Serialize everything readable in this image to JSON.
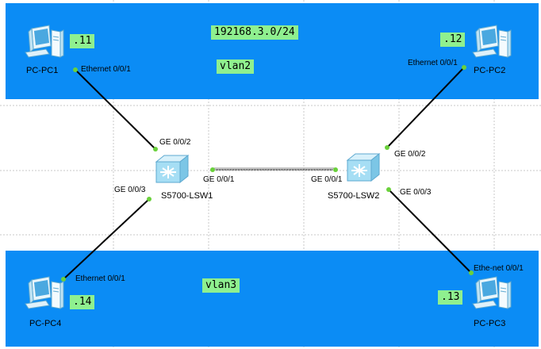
{
  "subnet_label": "192168.3.0/24",
  "vlans": {
    "top": "vlan2",
    "bottom": "vlan3"
  },
  "pcs": {
    "pc1": {
      "name": "PC-PC1",
      "ip_suffix": ".11",
      "port": "Ethernet 0/0/1"
    },
    "pc2": {
      "name": "PC-PC2",
      "ip_suffix": ".12",
      "port": "Ethernet 0/0/1"
    },
    "pc3": {
      "name": "PC-PC3",
      "ip_suffix": ".13",
      "port": "Ethe-net 0/0/1"
    },
    "pc4": {
      "name": "PC-PC4",
      "ip_suffix": ".14",
      "port": "Ethernet 0/0/1"
    }
  },
  "switches": {
    "lsw1": {
      "name": "S5700-LSW1",
      "ports": {
        "uplink": "GE 0/0/1",
        "to_pc1": "GE 0/0/2",
        "to_pc4": "GE 0/0/3"
      }
    },
    "lsw2": {
      "name": "S5700-LSW2",
      "ports": {
        "uplink": "GE 0/0/1",
        "to_pc2": "GE 0/0/2",
        "to_pc3": "GE 0/0/3"
      }
    }
  },
  "colors": {
    "band": "#0b8cf5",
    "tag": "#8ff08f",
    "port_dot": "#6ad13b",
    "switch": "#9fdcf5"
  },
  "icons": {
    "pc": "desktop-pc-icon",
    "switch": "l3-switch-icon"
  }
}
